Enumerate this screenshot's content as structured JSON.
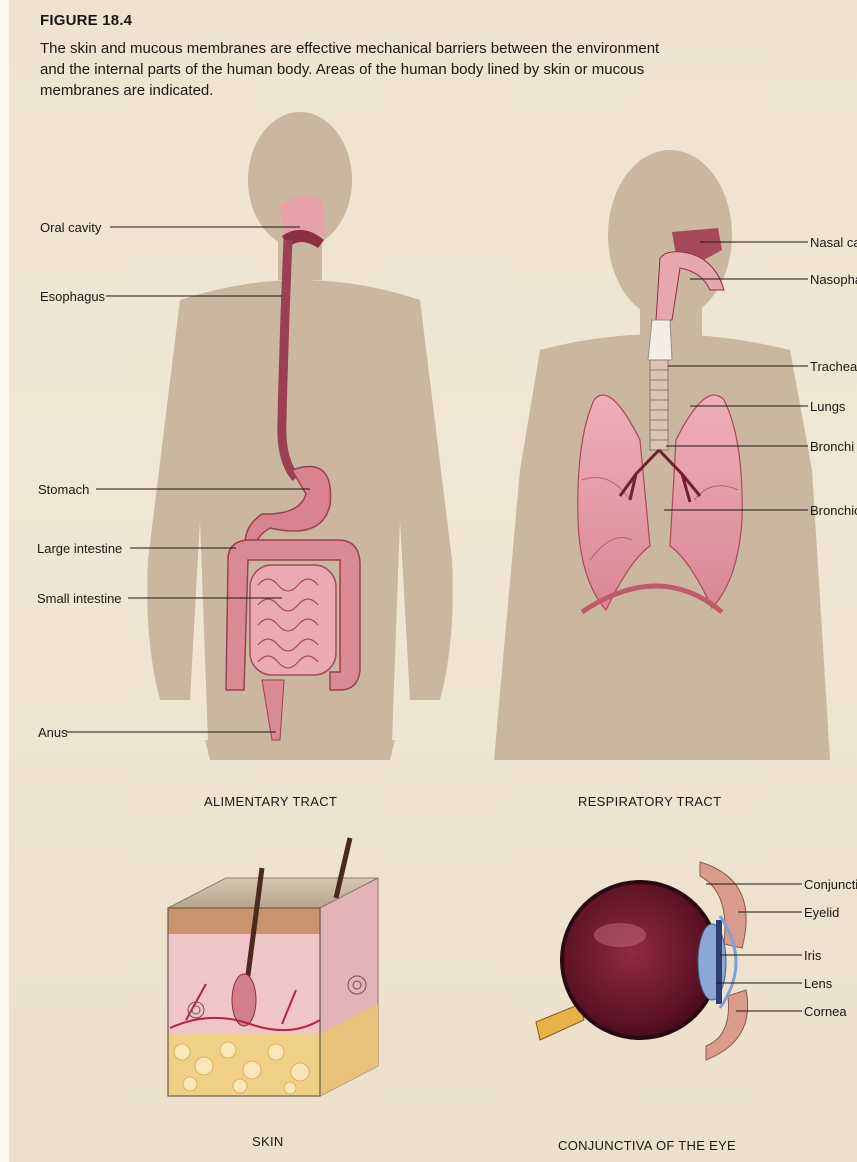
{
  "figure": {
    "number": "FIGURE 18.4",
    "caption": "The skin and mucous membranes are effective mechanical barriers between the environment and the internal parts of the human body. Areas of the human body lined by skin or mucous membranes are indicated."
  },
  "panels": {
    "alimentary": {
      "title": "ALIMENTARY TRACT",
      "labels": {
        "oral_cavity": "Oral cavity",
        "esophagus": "Esophagus",
        "stomach": "Stomach",
        "large_intestine": "Large intestine",
        "small_intestine": "Small intestine",
        "anus": "Anus"
      }
    },
    "respiratory": {
      "title": "RESPIRATORY TRACT",
      "labels": {
        "nasal_cavity": "Nasal ca",
        "nasopharynx": "Nasopha",
        "trachea": "Trachea",
        "lungs": "Lungs",
        "bronchi": "Bronchi",
        "bronchioles": "Bronchio"
      }
    },
    "skin": {
      "title": "SKIN"
    },
    "eye": {
      "title": "CONJUNCTIVA OF THE EYE",
      "labels": {
        "conjunctiva": "Conjuncti",
        "eyelid": "Eyelid",
        "iris": "Iris",
        "lens": "Lens",
        "cornea": "Cornea"
      }
    }
  },
  "colors": {
    "silhouette": "#cdb9a3",
    "organ": "#d98a93",
    "organ_dark": "#a8495a",
    "paper": "#efe3cf"
  }
}
